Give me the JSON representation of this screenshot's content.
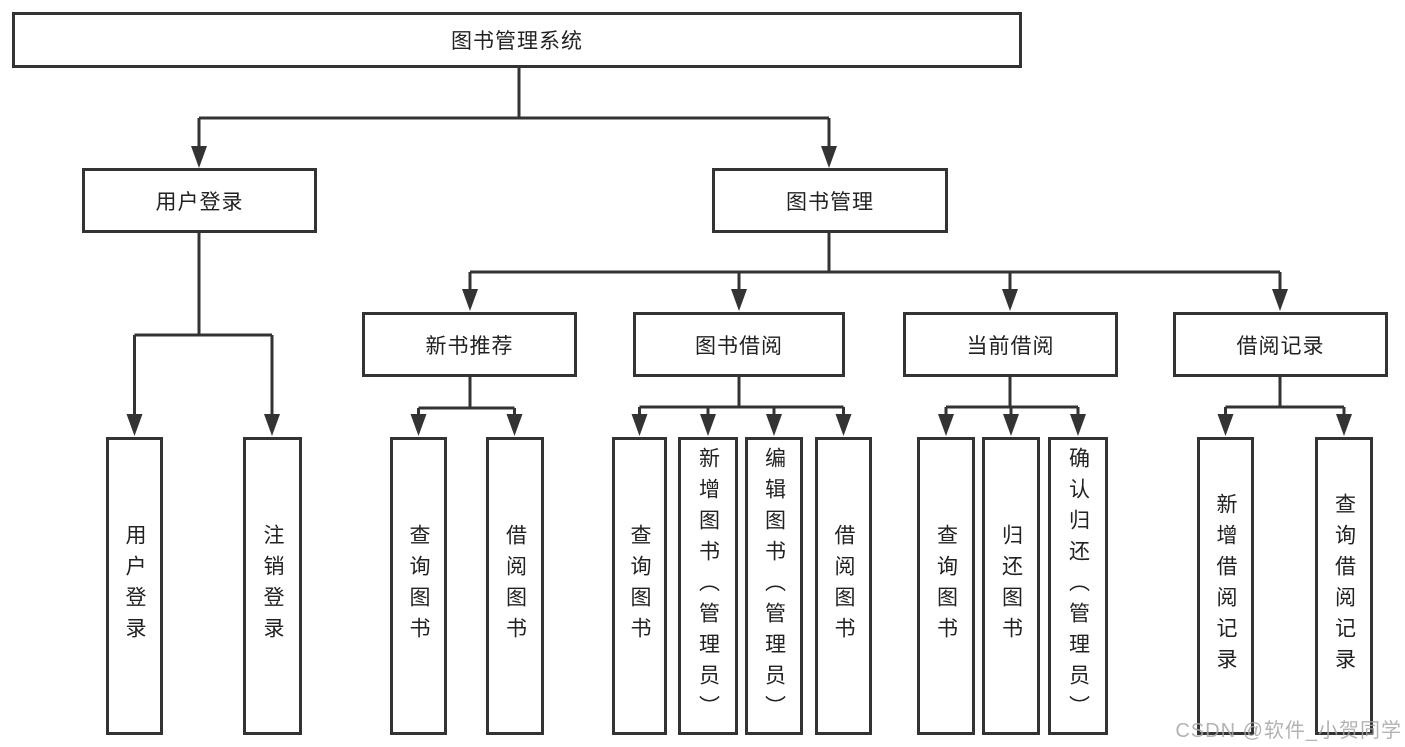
{
  "diagram": {
    "root": {
      "label": "图书管理系统"
    },
    "level2": [
      {
        "label": "用户登录"
      },
      {
        "label": "图书管理"
      }
    ],
    "level3": [
      {
        "label": "新书推荐"
      },
      {
        "label": "图书借阅"
      },
      {
        "label": "当前借阅"
      },
      {
        "label": "借阅记录"
      }
    ],
    "leaves": {
      "user_login": [
        "用户登录",
        "注销登录"
      ],
      "new_books": [
        "查询图书",
        "借阅图书"
      ],
      "book_borrow": [
        "查询图书",
        "新增图书（管理员）",
        "编辑图书（管理员）",
        "借阅图书"
      ],
      "current_borrow": [
        "查询图书",
        "归还图书",
        "确认归还（管理员）"
      ],
      "borrow_records": [
        "新增借阅记录",
        "查询借阅记录"
      ]
    },
    "watermark": "CSDN @软件_小贺同学",
    "colors": {
      "line": "#333333",
      "text": "#222222",
      "background": "#ffffff",
      "watermark": "#a6a6a6"
    }
  }
}
